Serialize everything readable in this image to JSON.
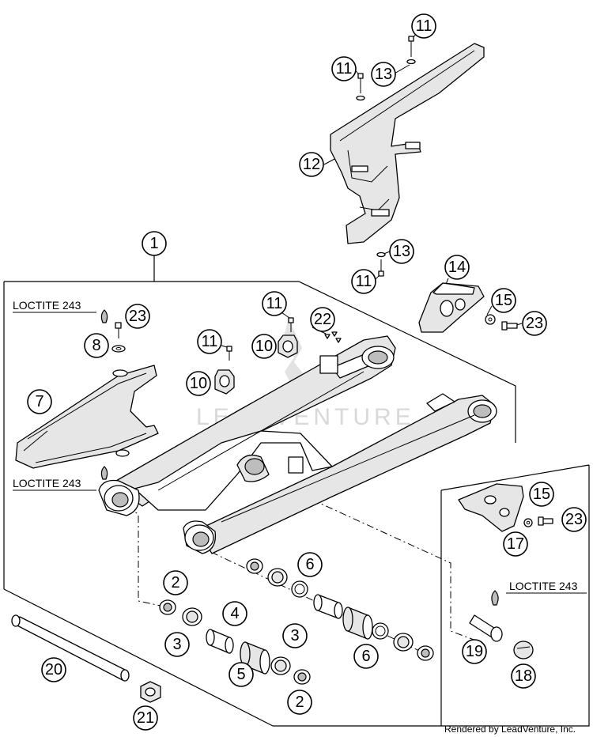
{
  "diagram": {
    "credit": "Rendered by LeadVenture, Inc.",
    "watermark": "LEADVENTURE",
    "loctite_labels": [
      "LOCTITE 243",
      "LOCTITE 243",
      "LOCTITE 243"
    ],
    "callouts": [
      "11",
      "11",
      "13",
      "12",
      "13",
      "11",
      "14",
      "15",
      "23",
      "1",
      "11",
      "22",
      "23",
      "8",
      "11",
      "10",
      "10",
      "7",
      "15",
      "23",
      "17",
      "6",
      "2",
      "4",
      "3",
      "3",
      "6",
      "5",
      "2",
      "20",
      "21",
      "19",
      "18"
    ]
  }
}
